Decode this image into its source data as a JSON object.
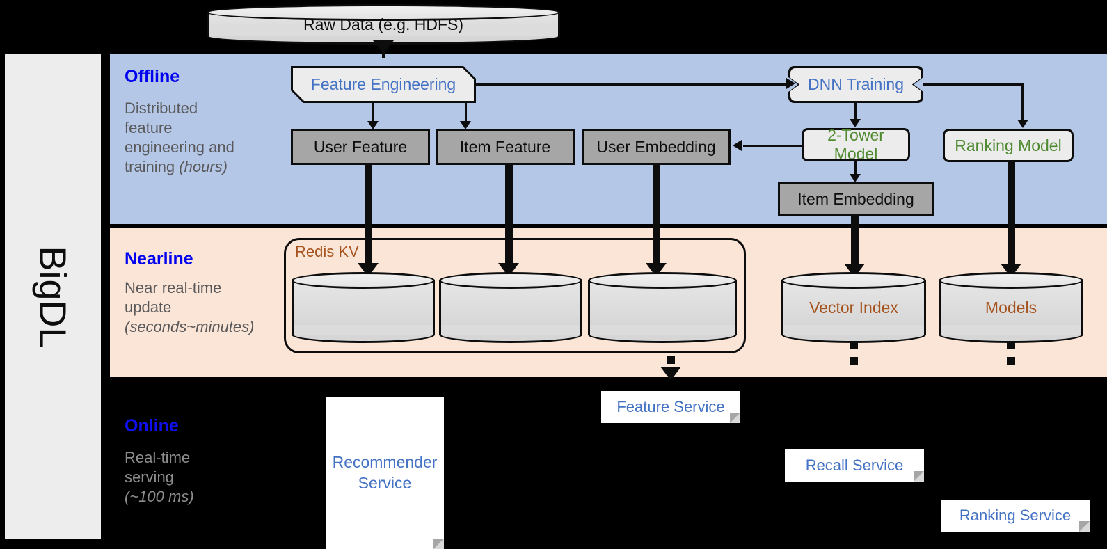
{
  "framework": {
    "name": "BigDL"
  },
  "top_source": {
    "label": "Raw Data (e.g. HDFS)",
    "shape": "cylinder"
  },
  "bands": [
    {
      "id": "offline",
      "title": "Offline",
      "subtitle_line1": "Distributed",
      "subtitle_line2": "feature",
      "subtitle_line3": "engineering and",
      "subtitle_line4": "training ",
      "subtitle_emphasis": "(hours)",
      "color": "#b4c7e7",
      "title_color": "#0000f0"
    },
    {
      "id": "nearline",
      "title": "Nearline",
      "subtitle_line1": "Near real-time",
      "subtitle_line2": "update",
      "subtitle_emphasis": "(seconds~minutes)",
      "color": "#fbe5d6",
      "title_color": "#0000f0"
    },
    {
      "id": "online",
      "title": "Online",
      "subtitle_line1": "Real-time",
      "subtitle_line2": "serving",
      "subtitle_emphasis": "(~100 ms)",
      "color": "#000000",
      "title_color": "#1010ee"
    }
  ],
  "offline": {
    "feature_engineering": {
      "label": "Feature Engineering",
      "text_color": "#4472c4"
    },
    "dnn_training": {
      "label": "DNN Training",
      "text_color": "#4472c4"
    },
    "two_tower_model": {
      "label": "2-Tower Model",
      "text_color": "#4f8a31"
    },
    "ranking_model": {
      "label": "Ranking Model",
      "text_color": "#4f8a31"
    },
    "data_boxes": [
      {
        "label": "User Feature"
      },
      {
        "label": "Item Feature"
      },
      {
        "label": "User Embedding"
      },
      {
        "label": "Item Embedding"
      }
    ]
  },
  "nearline": {
    "redis_kv": {
      "label": "Redis KV",
      "text_color": "#a5541f"
    },
    "stores": [
      {
        "label": ""
      },
      {
        "label": ""
      },
      {
        "label": ""
      },
      {
        "label": "Vector Index",
        "text_color": "#a5541f"
      },
      {
        "label": "Models",
        "text_color": "#a5541f"
      }
    ]
  },
  "online": {
    "services": [
      {
        "label": "Recommender Service",
        "line1": "Recommender",
        "line2": "Service"
      },
      {
        "label": "Feature Service",
        "line1": "Feature Service",
        "line2": ""
      },
      {
        "label": "Recall Service",
        "line1": "Recall Service",
        "line2": ""
      },
      {
        "label": "Ranking Service",
        "line1": "Ranking Service",
        "line2": ""
      }
    ]
  }
}
